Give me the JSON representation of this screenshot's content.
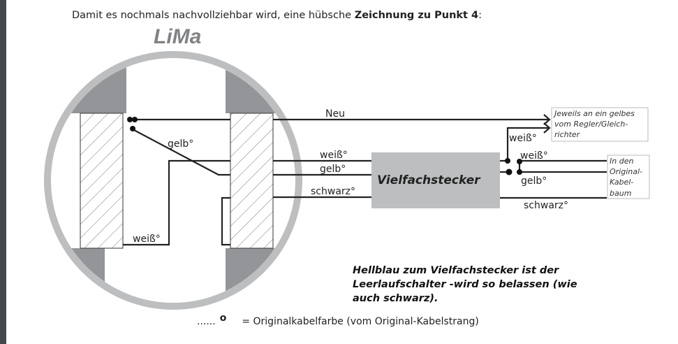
{
  "intro": {
    "text": "Damit es nochmals nachvollziehbar wird, eine hübsche ",
    "bold": "Zeichnung zu Punkt 4",
    ":": ":"
  },
  "diagram": {
    "logo": "LiMa",
    "labels": {
      "neu": "Neu",
      "gelb_inner": "gelb°",
      "weiss_inner": "weiß°",
      "weiss1": "weiß°",
      "gelb1": "gelb°",
      "schwarz1": "schwarz°",
      "weiss_up": "weiß°",
      "weiss2": "weiß°",
      "gelb2": "gelb°",
      "schwarz2": "schwarz°"
    },
    "connector": "Vielfachstecker",
    "note1": [
      "Jeweils an ein gelbes",
      "vom  Regler/Gleich-",
      "richter"
    ],
    "note2": [
      "In den",
      "Original-",
      "Kabel-",
      "baum"
    ]
  },
  "remark": "Hellblau zum Vielfachstecker ist der Leerlaufschalter -wird so belassen (wie auch schwarz).",
  "legend": {
    "dots": "......",
    "degree": "o",
    "text": "= Originalkabelfarbe (vom Original-Kabelstrang)"
  }
}
